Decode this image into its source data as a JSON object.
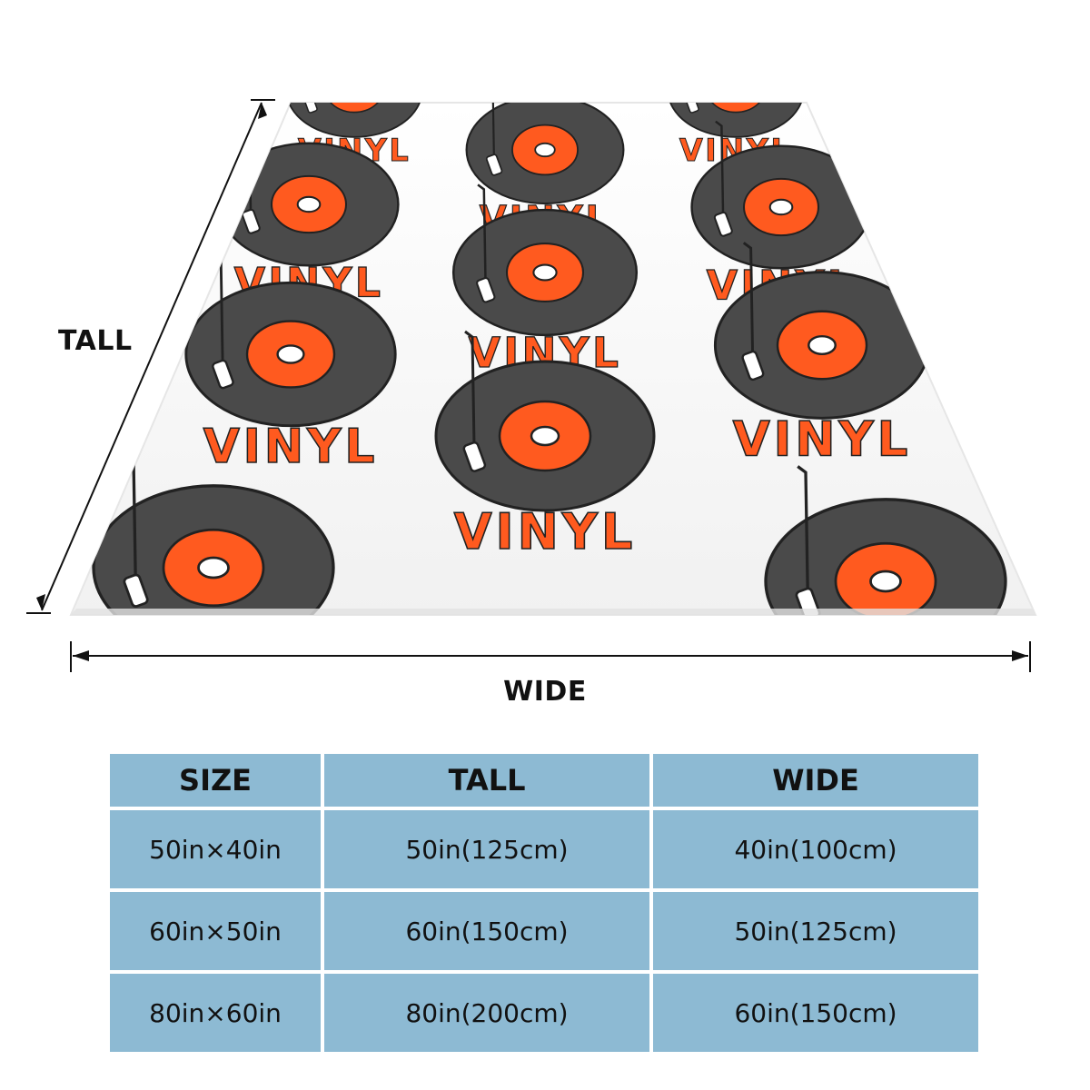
{
  "labels": {
    "tall": "TALL",
    "wide": "WIDE"
  },
  "print": {
    "word": "VINYL",
    "colors": {
      "record": "#4a4a4a",
      "record_outline": "#222222",
      "label": "#ff5a1f",
      "spindle": "#ffffff",
      "text": "#ff5a1f"
    }
  },
  "size_table": {
    "headers": [
      "SIZE",
      "TALL",
      "WIDE"
    ],
    "rows": [
      [
        "50in×40in",
        "50in(125cm)",
        "40in(100cm)"
      ],
      [
        "60in×50in",
        "60in(150cm)",
        "50in(125cm)"
      ],
      [
        "80in×60in",
        "80in(200cm)",
        "60in(150cm)"
      ]
    ],
    "cell_color": "#8dbad3"
  }
}
